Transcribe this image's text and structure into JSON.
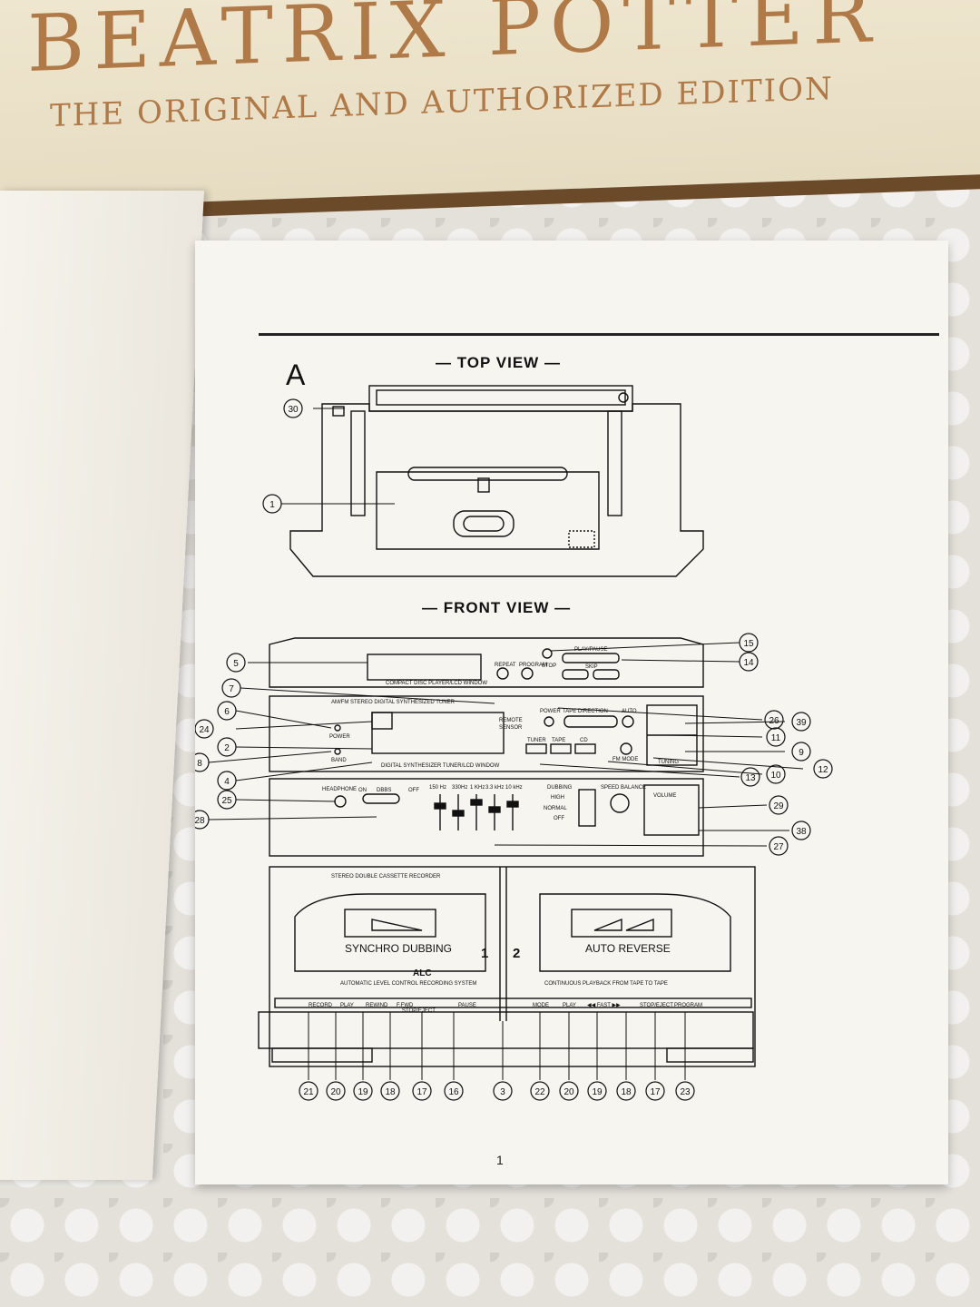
{
  "cover": {
    "title": "BEATRIX POTTER",
    "subtitle": "THE ORIGINAL AND AUTHORIZED EDITION"
  },
  "manual": {
    "figure_letter": "A",
    "top_view_title": "— TOP VIEW —",
    "front_view_title": "— FRONT VIEW —",
    "page_number": "1",
    "cd": {
      "window": "COMPACT DISC PLAYER/LCD WINDOW",
      "repeat": "REPEAT",
      "program": "PROGRAM",
      "play_pause": "PLAY/PAUSE",
      "skip": "SKIP",
      "stop": "STOP"
    },
    "tuner": {
      "header": "AM/FM STEREO DIGITAL SYNTHESIZED TUNER",
      "remote": "REMOTE",
      "sensor": "SENSOR",
      "power": "POWER",
      "tape_direction": "TAPE DIRECTION",
      "auto": "AUTO",
      "band": "BAND",
      "tuner": "TUNER",
      "tape": "TAPE",
      "cd": "CD",
      "fm_mode": "FM MODE",
      "tuning": "TUNING",
      "window": "DIGITAL SYNTHESIZER TUNER/LCD WINDOW"
    },
    "amp": {
      "headphone": "HEADPHONE",
      "on": "ON",
      "dbbs": "DBBS",
      "off": "OFF",
      "eq_bands": [
        "150 Hz",
        "330Hz",
        "1 KHz",
        "3.3 kHz",
        "10 kHz"
      ],
      "dubbing": "DUBBING",
      "high": "HIGH",
      "normal": "NORMAL",
      "dub_off": "OFF",
      "speed_balance": "SPEED BALANCE",
      "volume": "VOLUME"
    },
    "cassette": {
      "header": "STEREO DOUBLE CASSETTE RECORDER",
      "synchro": "SYNCHRO DUBBING",
      "auto_reverse": "AUTO REVERSE",
      "deck1": "1",
      "deck2": "2",
      "alc": "ALC",
      "alc_desc": "AUTOMATIC LEVEL CONTROL RECORDING SYSTEM",
      "continuous": "CONTINUOUS PLAYBACK FROM TAPE TO TAPE",
      "deck1_buttons": [
        "RECORD",
        "PLAY",
        "REWIND",
        "F.FWD",
        "STOP/EJECT",
        "PAUSE"
      ],
      "deck2_buttons": [
        "MODE",
        "PLAY",
        "◀◀ FAST ▶▶",
        "STOP/EJECT",
        "PROGRAM"
      ]
    },
    "callouts": {
      "c30": "30",
      "c1": "1",
      "c15": "15",
      "c14": "14",
      "c5": "5",
      "c7": "7",
      "c6": "6",
      "c24": "24",
      "c2": "2",
      "c8": "8",
      "c4": "4",
      "c26": "26",
      "c39": "39",
      "c11": "11",
      "c9": "9",
      "c12": "12",
      "c13": "13",
      "c10": "10",
      "c25": "25",
      "c28": "28",
      "c29": "29",
      "c38": "38",
      "c27": "27",
      "bottom": [
        "21",
        "20",
        "19",
        "18",
        "17",
        "16",
        "3",
        "22",
        "20",
        "19",
        "18",
        "17",
        "23"
      ]
    }
  }
}
